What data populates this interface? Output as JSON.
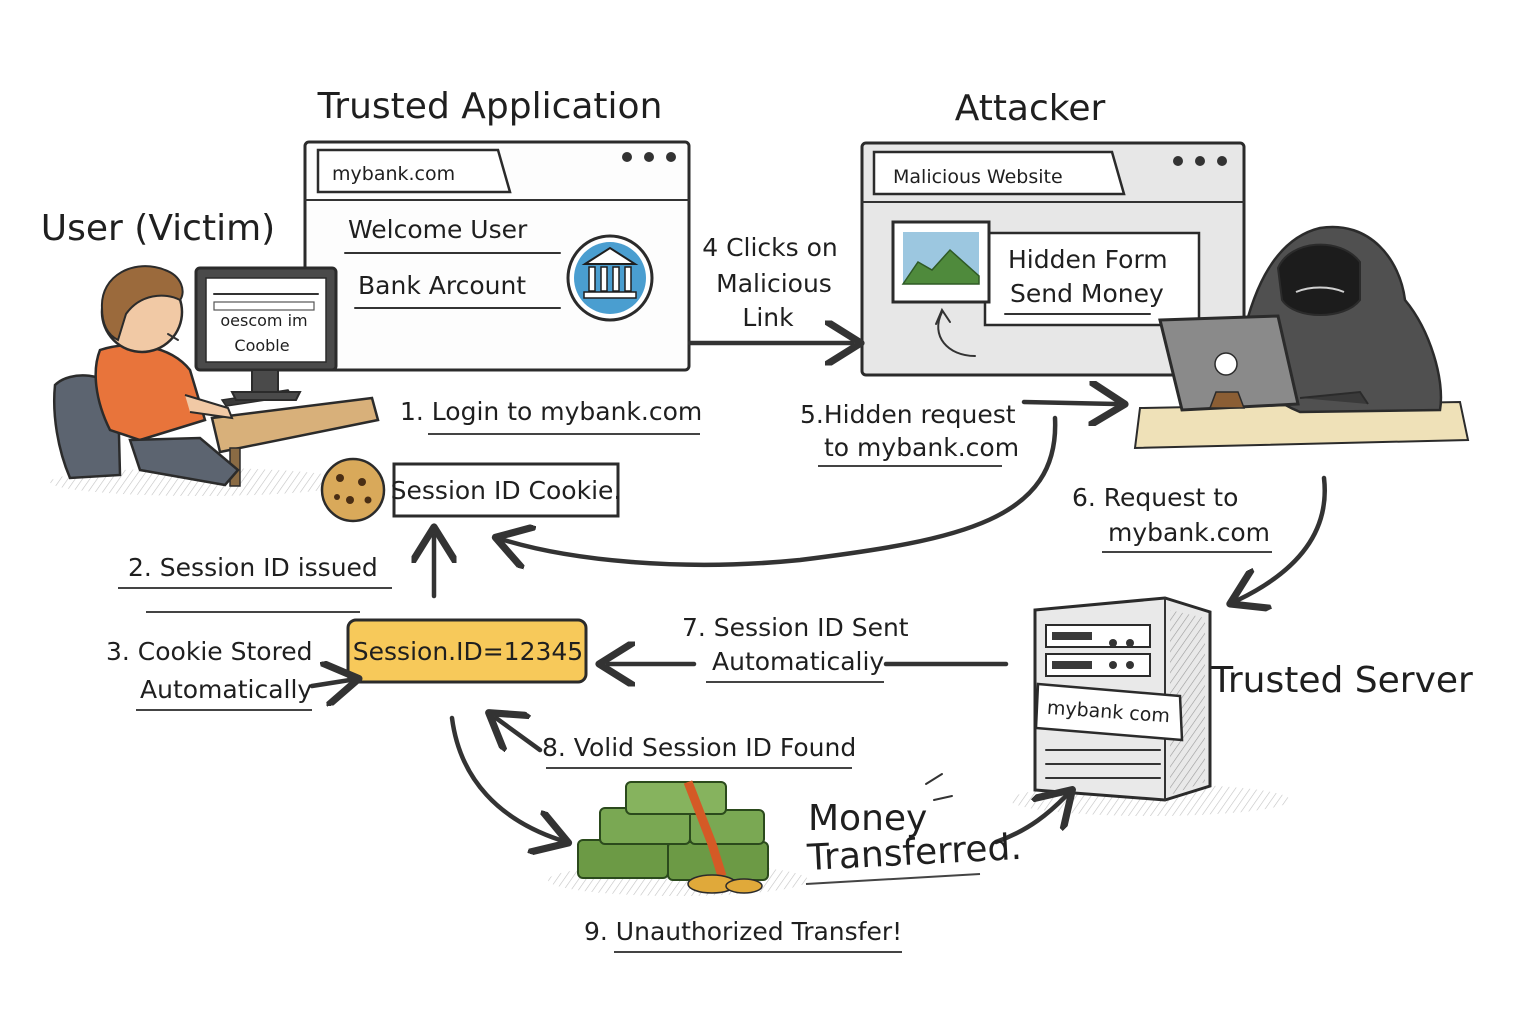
{
  "titles": {
    "trusted_application": "Trusted Application",
    "attacker": "Attacker",
    "user_victim": "User (Victim)",
    "trusted_server": "Trusted Server"
  },
  "bank_window": {
    "tab": "mybank.com",
    "welcome": "Welcome User",
    "account": "Bank Arcount",
    "icon": "bank-building-icon"
  },
  "malicious_window": {
    "tab": "Malicious Website",
    "form_line1": "Hidden Form",
    "form_line2": "Send Money",
    "icon": "landscape-image-icon"
  },
  "user_monitor": {
    "line1": "oescom im",
    "line2": "Cooble"
  },
  "server": {
    "label": "mybank com"
  },
  "cookie_label": "Session ID Cookie.",
  "session_value": "Session.ID=12345",
  "steps": {
    "s1": "1.  Login to mybank.com",
    "s2": "2. Session  ID issued",
    "s3_line1": "3. Cookie Stored",
    "s3_line2": "Automatically",
    "s4_line1": "4 Clicks on",
    "s4_line2": "Malicious",
    "s4_line3": "Link",
    "s5_line1": "5.Hidden request",
    "s5_line2": "to mybank.com",
    "s6_line1": "6. Request  to",
    "s6_line2": "mybank.com",
    "s7_line1": "7. Session ID Sent",
    "s7_line2": "Automaticaliy",
    "s8": "8. Volid Session ID Found",
    "s9": "9. Unauthorized Transfer!",
    "money_line1": "Money",
    "money_line2": "Transferred."
  },
  "colors": {
    "session_box": "#f7c95a",
    "bank_icon": "#4a9ed0",
    "user_shirt": "#e8743b",
    "money": "#6c9a45",
    "desk": "#d8b07a"
  }
}
